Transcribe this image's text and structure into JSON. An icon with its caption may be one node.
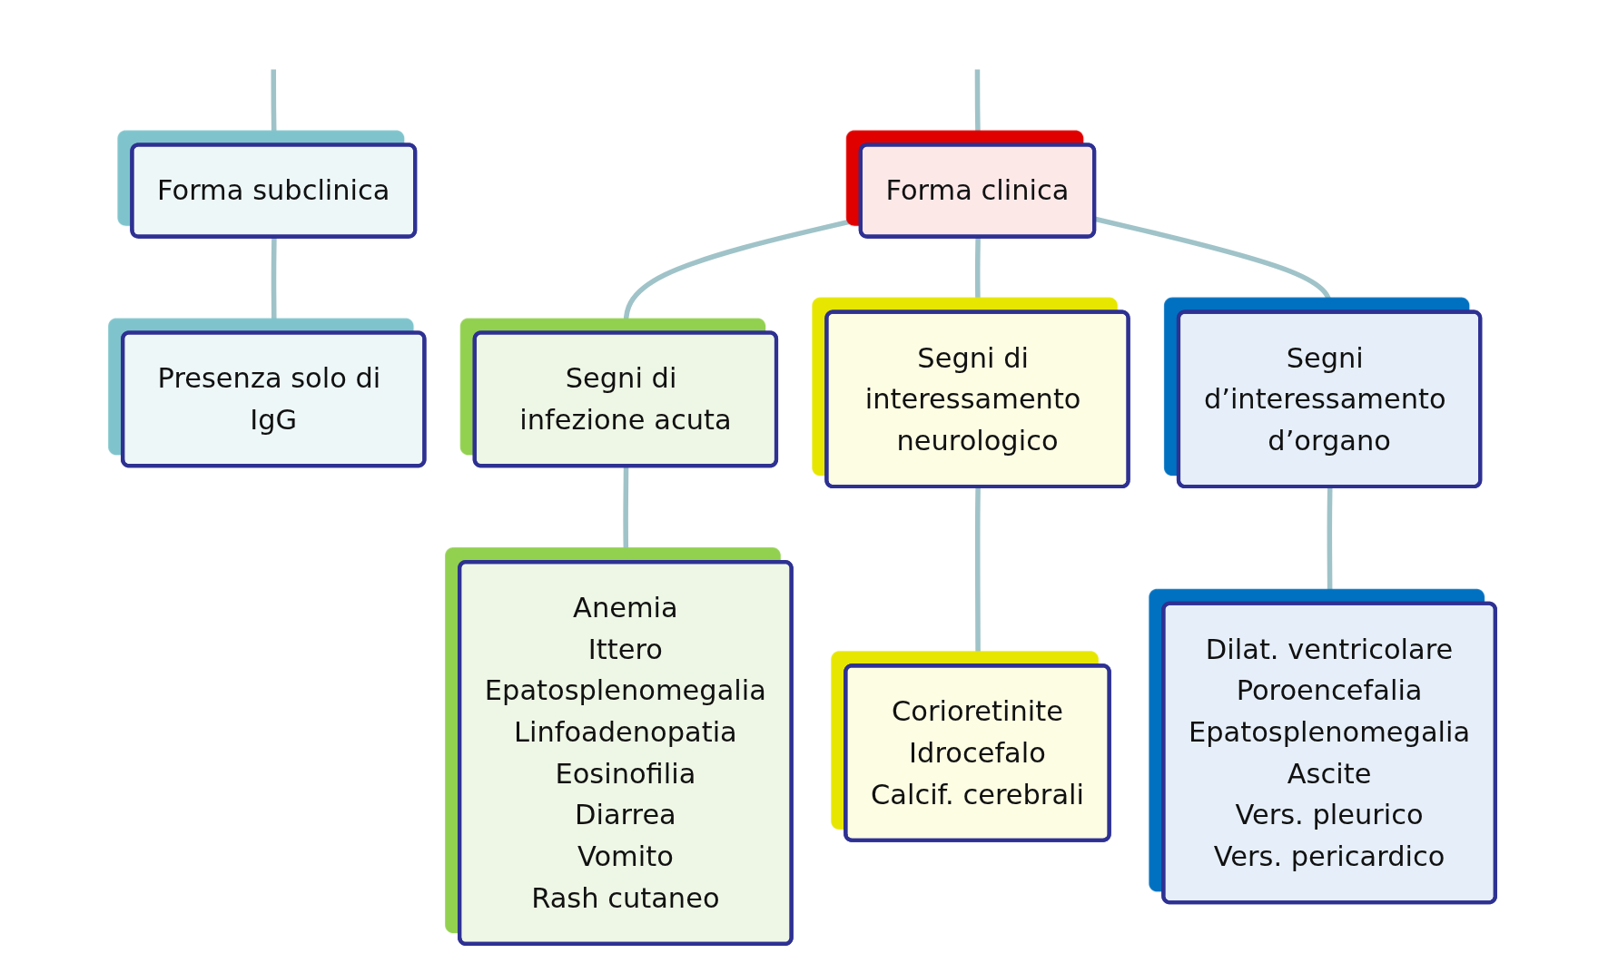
{
  "diagram": {
    "nodes": [
      {
        "text": [
          "Forma subclinica"
        ]
      },
      {
        "text": [
          "Presenza solo di IgG"
        ]
      },
      {
        "text": [
          "Forma clinica"
        ]
      },
      {
        "text": [
          "Segni di infezione acuta"
        ]
      },
      {
        "text": [
          "Segni di interessamento neurologico"
        ]
      },
      {
        "text": [
          "Segni d’interessamento d’organo"
        ]
      },
      {
        "text": [
          "Anemia",
          "Ittero",
          "Epatosplenomegalia",
          "Linfoadenopatia",
          "Eosinofilia",
          "Diarrea",
          "Vomito",
          "Rash cutaneo"
        ]
      },
      {
        "text": [
          "Corioretinite",
          "Idrocefalo",
          "Calcif. cerebrali"
        ]
      },
      {
        "text": [
          "Dilat. ventricolare",
          "Poroencefalia",
          "Epatosplenomegalia",
          "Ascite",
          "Vers. pleurico",
          "Vers. pericardico"
        ]
      }
    ],
    "edges": [
      {
        "from": null,
        "to": 0,
        "arrow": "none"
      },
      {
        "from": null,
        "to": 2,
        "arrow": "none"
      },
      {
        "from": 0,
        "to": 1,
        "arrow": "none"
      },
      {
        "from": 2,
        "to": 3,
        "arrow": "none"
      },
      {
        "from": 2,
        "to": 4,
        "arrow": "none"
      },
      {
        "from": 2,
        "to": 5,
        "arrow": "none"
      },
      {
        "from": 3,
        "to": 6,
        "arrow": "none"
      },
      {
        "from": 4,
        "to": 7,
        "arrow": "none"
      },
      {
        "from": 5,
        "to": 8,
        "arrow": "none"
      }
    ]
  }
}
